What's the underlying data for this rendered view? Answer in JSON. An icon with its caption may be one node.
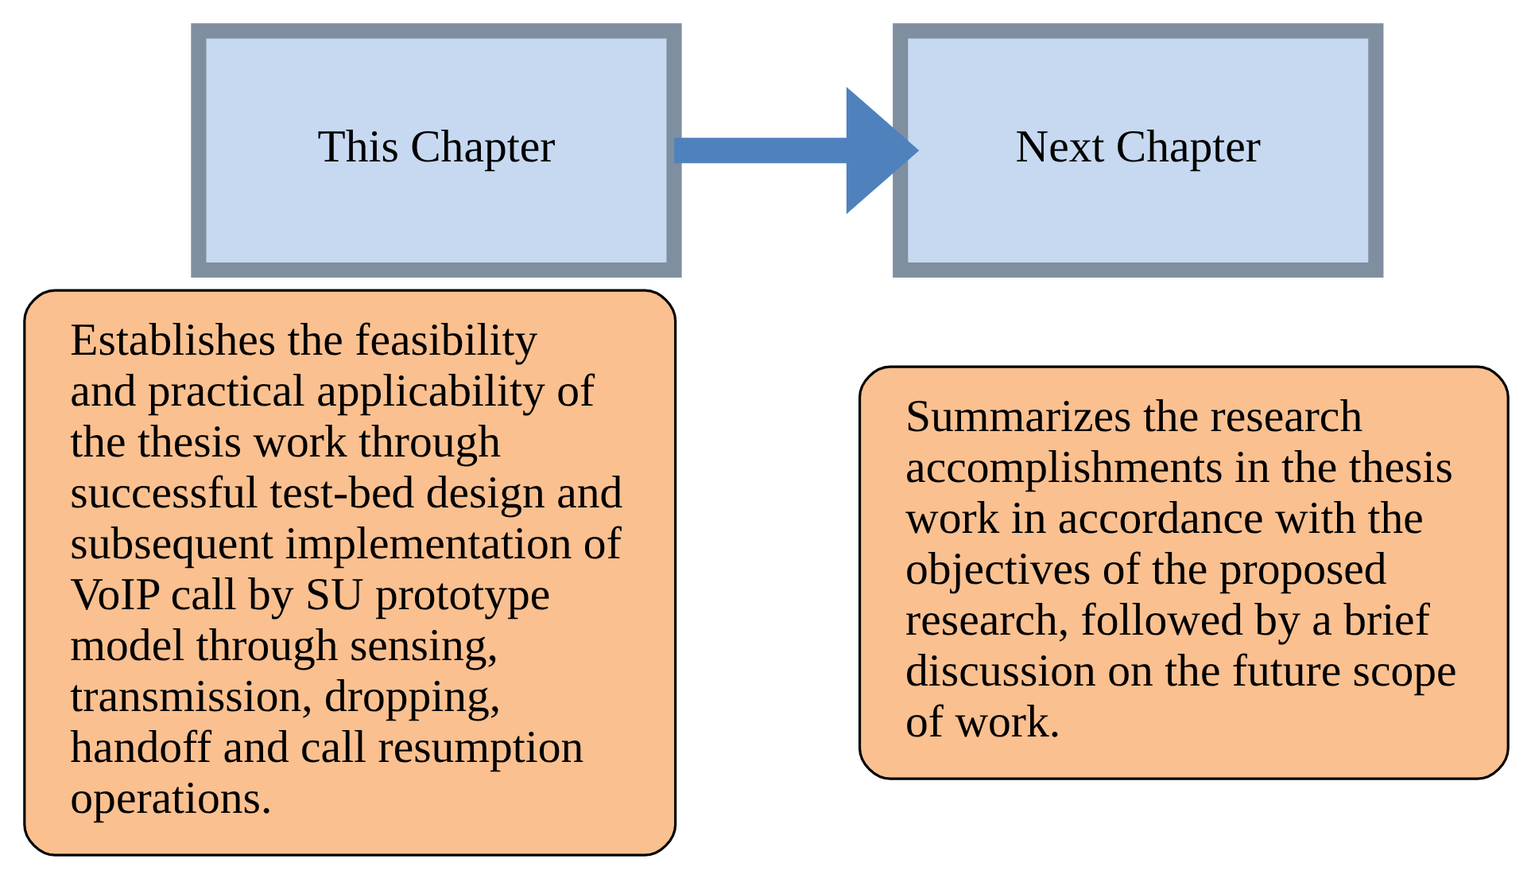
{
  "diagram": {
    "nodes": [
      {
        "text": [
          "This Chapter"
        ]
      },
      {
        "text": [
          "Establishes the feasibility and practical applicability of the thesis work through successful test-bed design and subsequent implementation of VoIP call by SU prototype model through sensing, transmission, dropping, handoff and call resumption operations."
        ]
      },
      {
        "text": [
          "Next Chapter"
        ]
      },
      {
        "text": [
          "Summarizes the research accomplishments in the thesis work in accordance with the objectives of the proposed research, followed by a brief discussion on the future scope of work."
        ]
      }
    ],
    "edges": [
      {
        "from": 0,
        "to": 2,
        "arrow": "to"
      }
    ]
  }
}
